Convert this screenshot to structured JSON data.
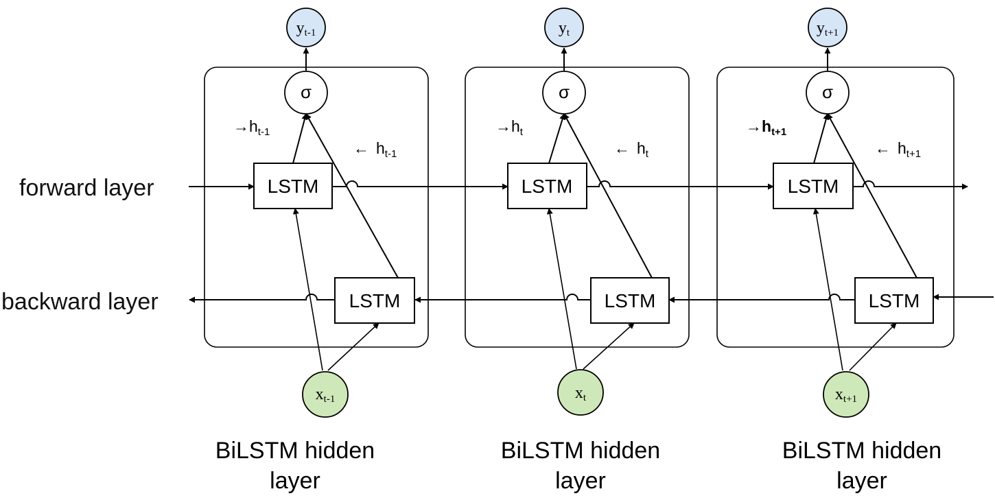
{
  "row_labels": {
    "forward": "forward layer",
    "backward": "backward layer"
  },
  "cells": [
    {
      "lstm_label": "LSTM",
      "backward_lstm_label": "LSTM",
      "sigma": "σ",
      "y_main": "y",
      "y_sub": "t-1",
      "x_main": "x",
      "x_sub": "t-1",
      "fwd_arrow": "→",
      "fwd_main": "h",
      "fwd_sub": "t-1",
      "bwd_arrow": "←",
      "bwd_main": "h",
      "bwd_sub": "t-1",
      "caption_line1": "BiLSTM hidden",
      "caption_line2": "layer"
    },
    {
      "lstm_label": "LSTM",
      "backward_lstm_label": "LSTM",
      "sigma": "σ",
      "y_main": "y",
      "y_sub": "t",
      "x_main": "x",
      "x_sub": "t",
      "fwd_arrow": "→",
      "fwd_main": "h",
      "fwd_sub": "t",
      "bwd_arrow": "←",
      "bwd_main": "h",
      "bwd_sub": "t",
      "caption_line1": "BiLSTM hidden",
      "caption_line2": "layer"
    },
    {
      "lstm_label": "LSTM",
      "backward_lstm_label": "LSTM",
      "sigma": "σ",
      "y_main": "y",
      "y_sub": "t+1",
      "x_main": "x",
      "x_sub": "t+1",
      "fwd_arrow": "→",
      "fwd_main": "h",
      "fwd_sub": "t+1",
      "bwd_arrow": "←",
      "bwd_main": "h",
      "bwd_sub": "t+1",
      "caption_line1": "BiLSTM hidden",
      "caption_line2": "layer"
    }
  ],
  "colors": {
    "output_node_fill": "#d6e6f7",
    "input_node_fill": "#cfe8b9",
    "line": "#000000"
  }
}
